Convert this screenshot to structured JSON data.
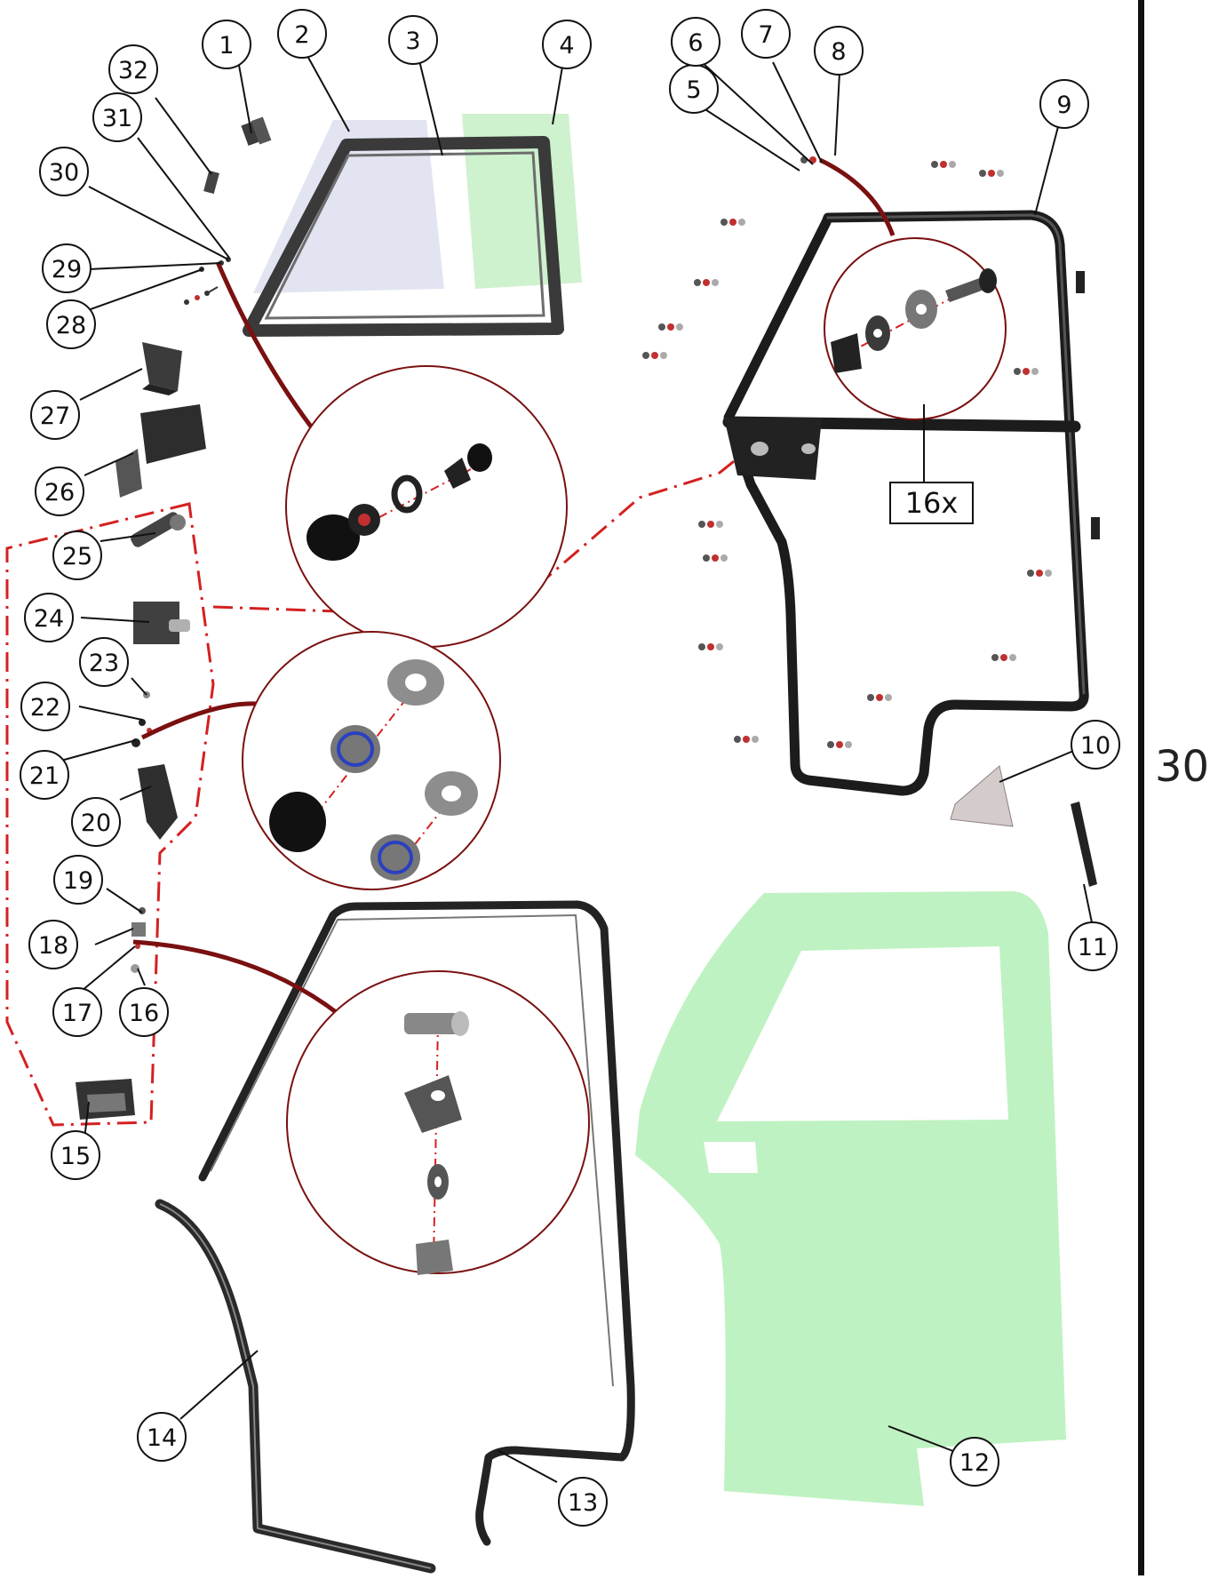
{
  "diagram": {
    "page_number": "30",
    "quantity_label": "16x",
    "callouts": [
      "1",
      "2",
      "3",
      "4",
      "5",
      "6",
      "7",
      "8",
      "9",
      "10",
      "11",
      "12",
      "13",
      "14",
      "15",
      "16",
      "17",
      "18",
      "19",
      "20",
      "21",
      "22",
      "23",
      "24",
      "25",
      "26",
      "27",
      "28",
      "29",
      "30",
      "31",
      "32"
    ],
    "colors": {
      "leader_dark_red": "#7a1010",
      "dashdot_red": "#d42020",
      "frame_black": "#1c1c1c",
      "glass_blue": "#dde1ee",
      "panel_green": "#bff2c2",
      "seal_grey": "#2a2a2a"
    }
  }
}
